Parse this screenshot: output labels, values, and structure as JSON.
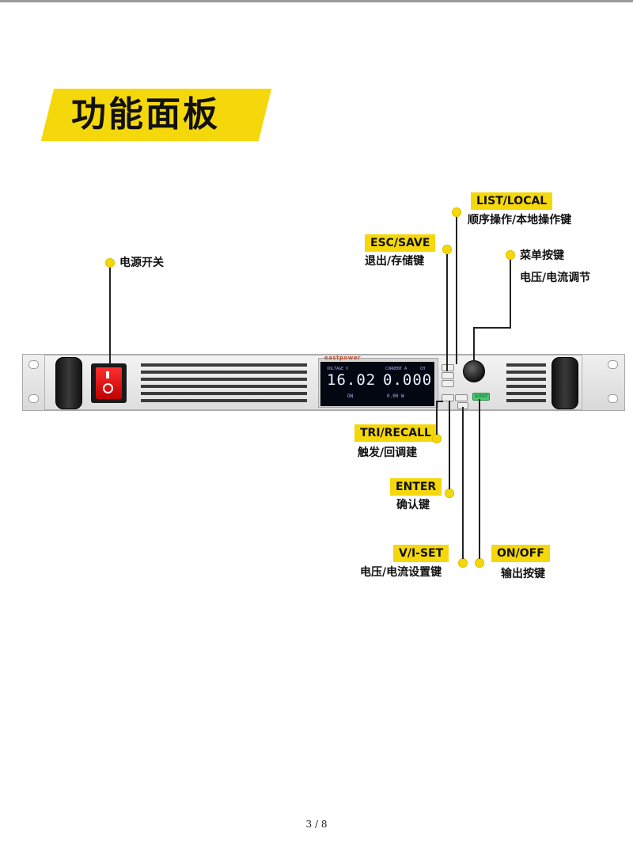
{
  "title": "功能面板",
  "callouts": {
    "power_switch": {
      "zh": "电源开关"
    },
    "list_local": {
      "tag": "LIST/LOCAL",
      "zh": "顺序操作/本地操作键"
    },
    "esc_save": {
      "tag": "ESC/SAVE",
      "zh": "退出/存储键"
    },
    "knob": {
      "zh_line1": "菜单按键",
      "zh_line2": "电压/电流调节"
    },
    "tri_recall": {
      "tag": "TRI/RECALL",
      "zh": "触发/回调建"
    },
    "enter": {
      "tag": "ENTER",
      "zh": "确认键"
    },
    "vi_set": {
      "tag": "V/I-SET",
      "zh": "电压/电流设置键"
    },
    "on_off": {
      "tag": "ON/OFF",
      "zh": "输出按键"
    }
  },
  "device": {
    "brand": "eastpower",
    "voltage_label": "VOLTAGE V",
    "current_label": "CURRENT A",
    "ch_label": "CH",
    "voltage": "16.02",
    "current": "0.000",
    "status": "ON",
    "output_key_label": "OUTPUT",
    "sub_readout": "0.00 W"
  },
  "page_number": "3 / 8",
  "colors": {
    "accent_yellow": "#f5d80b",
    "switch_red": "#e01010",
    "output_green": "#46c96e"
  }
}
